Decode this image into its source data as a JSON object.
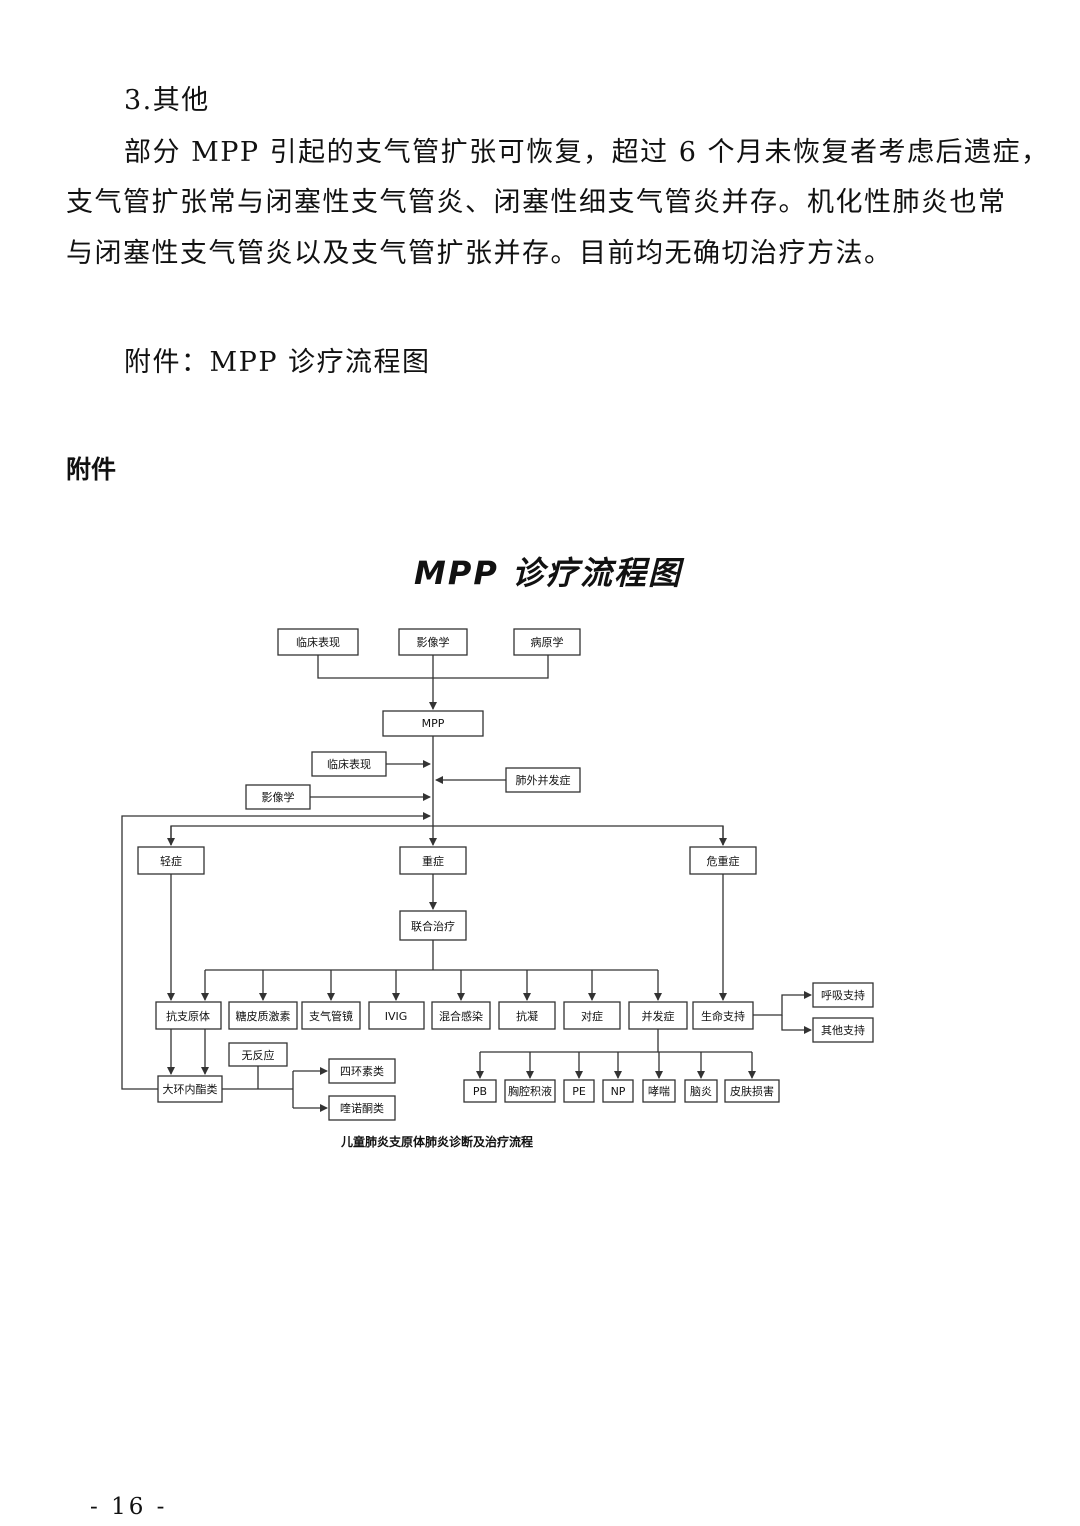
{
  "document": {
    "section_heading": "3.其他",
    "paragraph_lines": [
      "部分 MPP 引起的支气管扩张可恢复，超过 6 个月未恢复者考虑后遗症，",
      "支气管扩张常与闭塞性支气管炎、闭塞性细支气管炎并存。机化性肺炎也常",
      "与闭塞性支气管炎以及支气管扩张并存。目前均无确切治疗方法。"
    ],
    "attachment_note": "附件：MPP 诊疗流程图",
    "attachment_label": "附件",
    "page_number": "- 16 -"
  },
  "flowchart": {
    "title": "MPP 诊疗流程图",
    "caption": "儿童肺炎支原体肺炎诊断及治疗流程",
    "inputs": [
      "临床表现",
      "影像学",
      "病原学"
    ],
    "center": "MPP",
    "side_left_1": "临床表现",
    "side_left_2": "影像学",
    "side_right": "肺外并发症",
    "severity": [
      "轻症",
      "重症",
      "危重症"
    ],
    "combined": "联合治疗",
    "treatments": [
      "抗支原体",
      "糖皮质激素",
      "支气管镜",
      "IVIG",
      "混合感染",
      "抗凝",
      "对症",
      "并发症"
    ],
    "life_support": "生命支持",
    "life_support_items": [
      "呼吸支持",
      "其他支持"
    ],
    "macrolide": "大环内酯类",
    "no_response": "无反应",
    "alternatives": [
      "四环素类",
      "喹诺酮类"
    ],
    "complications": [
      "PB",
      "胸腔积液",
      "PE",
      "NP",
      "哮喘",
      "脑炎",
      "皮肤损害"
    ]
  }
}
